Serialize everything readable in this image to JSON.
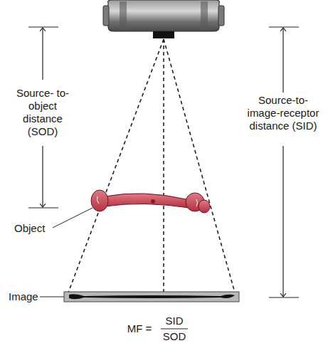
{
  "diagram": {
    "labels": [
      "Source- to-object distance (SOD)",
      "Source-to- image-receptor distance (SID)",
      "Object",
      "Image",
      "MF =",
      "SID",
      "SOD"
    ]
  }
}
